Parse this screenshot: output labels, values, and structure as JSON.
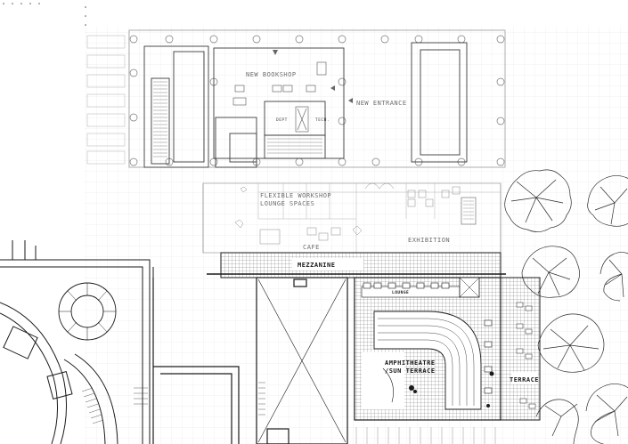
{
  "labels": {
    "new_bookshop": "NEW BOOKSHOP",
    "new_entrance": "NEW ENTRANCE",
    "dept": "DEPT",
    "tech": "TECH.",
    "flexible_workshop": "FLEXIBLE WORKSHOP",
    "lounge_spaces": "LOUNGE SPACES",
    "cafe": "CAFE",
    "exhibition": "EXHIBITION",
    "mezzanine": "MEZZANINE",
    "lounge": "LOUNGE",
    "amphitheatre": "AMPHITHEATRE",
    "sun_terrace": "/SUN TERRACE",
    "terrace": "TERRACE"
  },
  "colors": {
    "grid": "#d8d8d8",
    "light_line": "#a8a8a8",
    "dark_line": "#1a1a1a",
    "hatch": "#555555"
  }
}
